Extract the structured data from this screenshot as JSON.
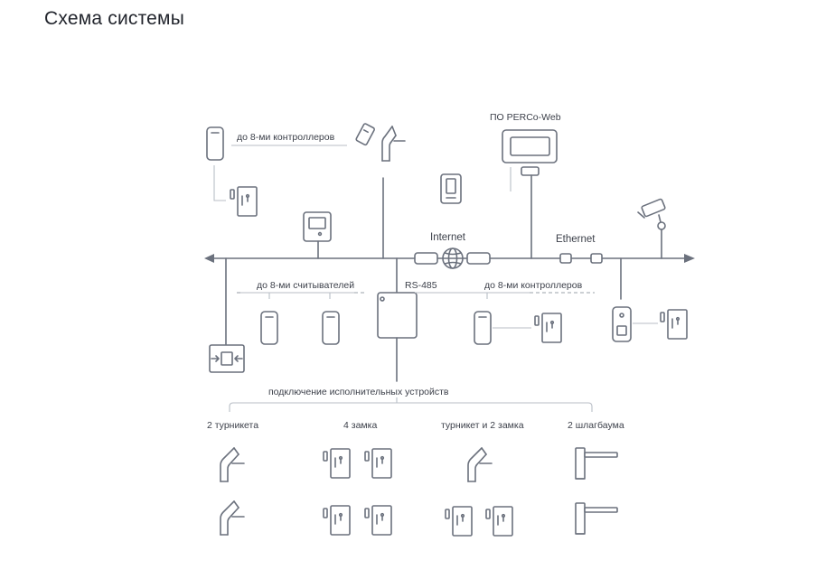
{
  "title": "Схема системы",
  "labels": {
    "controllers_top": "до 8-ми контроллеров",
    "software": "ПО PERCo-Web",
    "internet": "Internet",
    "ethernet": "Ethernet",
    "readers": "до 8-ми считывателей",
    "rs485": "RS-485",
    "controllers_bottom": "до 8-ми контроллеров",
    "actuators": "подключение исполнительных устройств"
  },
  "options": [
    {
      "label": "2 турникета"
    },
    {
      "label": "4 замка"
    },
    {
      "label": "турникет и 2 замка"
    },
    {
      "label": "2 шлагбаума"
    }
  ],
  "colors": {
    "line": "#6b717d",
    "light_line": "#b9bec6",
    "text": "#3b3f49",
    "background": "#ffffff"
  },
  "icons": [
    "card-reader-icon",
    "lock-icon",
    "turnstile-icon",
    "card-icon",
    "terminal-icon",
    "monitor-icon",
    "globe-icon",
    "camera-icon",
    "controller-box-icon",
    "barrier-icon",
    "door-sensor-icon"
  ]
}
